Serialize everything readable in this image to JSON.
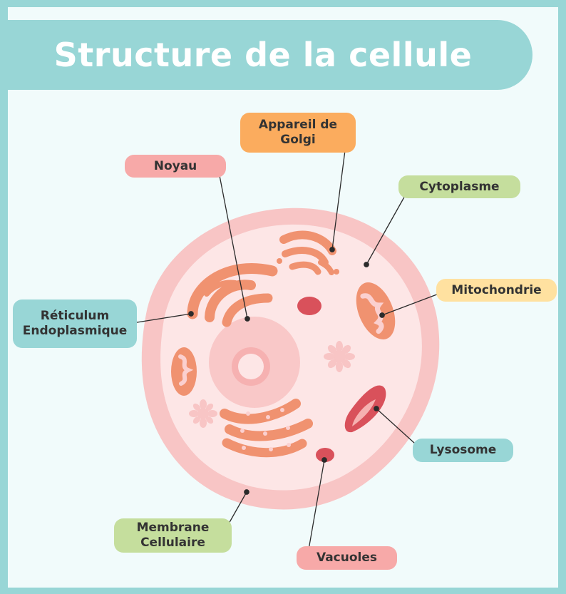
{
  "title": "Structure de la cellule",
  "labels": {
    "noyau": "Noyau",
    "golgi": "Appareil de\nGolgi",
    "cytoplasme": "Cytoplasme",
    "mitochondrie": "Mitochondrie",
    "reticulum": "Réticulum\nEndoplasmique",
    "lysosome": "Lysosome",
    "membrane": "Membrane\nCellulaire",
    "vacuoles": "Vacuoles"
  },
  "colors": {
    "frame": "#98d6d6",
    "background": "#f1fbfb",
    "membrane": "#f8c5c5",
    "cytoplasm": "#fde6e6",
    "organelle": "#f09270",
    "lysosome": "#d9515b"
  }
}
